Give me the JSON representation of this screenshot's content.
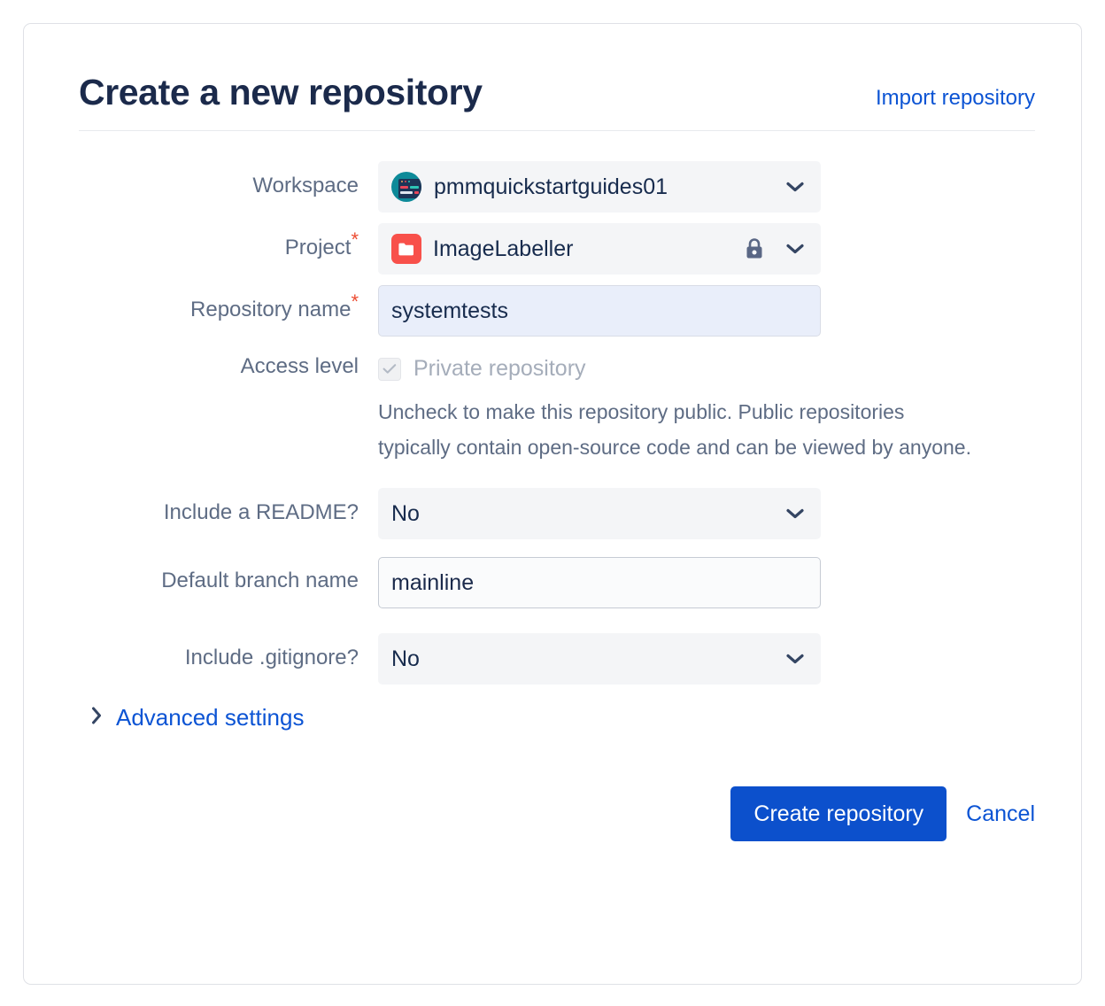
{
  "header": {
    "title": "Create a new repository",
    "import_link": "Import repository"
  },
  "form": {
    "workspace": {
      "label": "Workspace",
      "value": "pmmquickstartguides01",
      "avatar_icon": "workspace-avatar-icon",
      "chevron_icon": "chevron-down-icon"
    },
    "project": {
      "label": "Project",
      "required_mark": "*",
      "value": "ImageLabeller",
      "project_icon": "folder-icon",
      "lock_icon": "lock-icon",
      "chevron_icon": "chevron-down-icon"
    },
    "repository_name": {
      "label": "Repository name",
      "required_mark": "*",
      "value": "systemtests",
      "placeholder": ""
    },
    "access_level": {
      "label": "Access level",
      "checkbox_label": "Private repository",
      "checked": true,
      "disabled": true,
      "check_icon": "check-icon",
      "help_text": "Uncheck to make this repository public. Public repositories typically contain open-source code and can be viewed by anyone."
    },
    "include_readme": {
      "label": "Include a README?",
      "value": "No",
      "chevron_icon": "chevron-down-icon"
    },
    "default_branch": {
      "label": "Default branch name",
      "value": "mainline",
      "placeholder": ""
    },
    "include_gitignore": {
      "label": "Include .gitignore?",
      "value": "No",
      "chevron_icon": "chevron-down-icon"
    },
    "advanced_settings": {
      "label": "Advanced settings",
      "chevron_icon": "chevron-right-icon",
      "expanded": false
    }
  },
  "actions": {
    "submit_label": "Create repository",
    "cancel_label": "Cancel"
  },
  "colors": {
    "primary_button": "#0C50CC",
    "link": "#0C54D4",
    "title": "#1B2A4B",
    "label": "#5E6C84",
    "required": "#EC4B31",
    "field_bg": "#F4F5F7",
    "field_filled_bg": "#E9EEFA",
    "project_icon_bg": "#F8504A",
    "workspace_avatar_bg": "#0D8A99",
    "card_border": "#DFE1E6"
  }
}
